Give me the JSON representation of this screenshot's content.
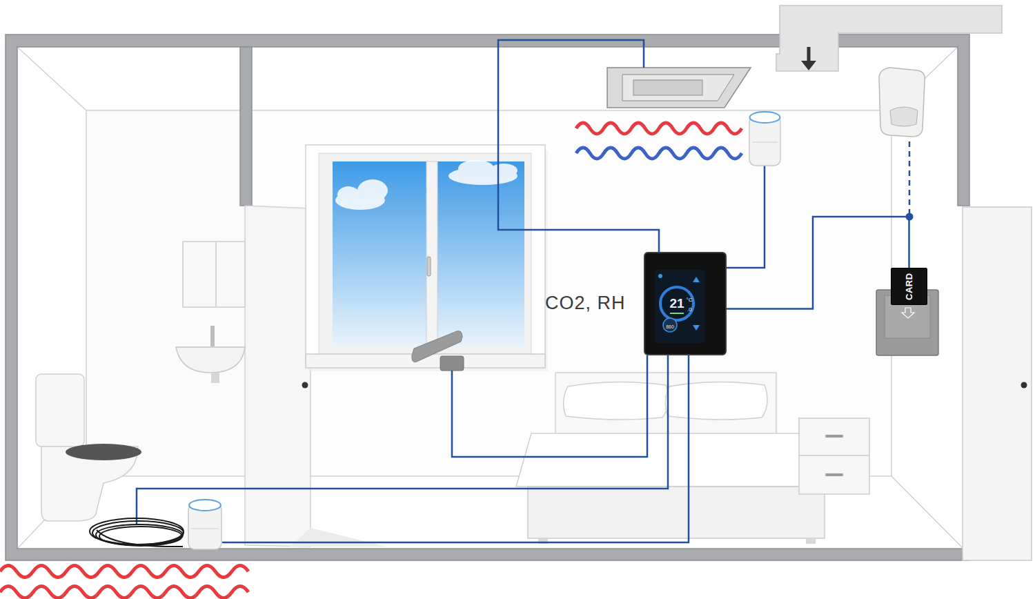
{
  "diagram": {
    "nodes": [
      {
        "text": [
          "21",
          ".0",
          "°C",
          "860"
        ]
      },
      {
        "text": [
          "CARD"
        ]
      }
    ],
    "edges": [
      {
        "from": 0,
        "to": 1,
        "arrow": "none"
      }
    ],
    "labels": [
      "CO2, RH"
    ]
  }
}
